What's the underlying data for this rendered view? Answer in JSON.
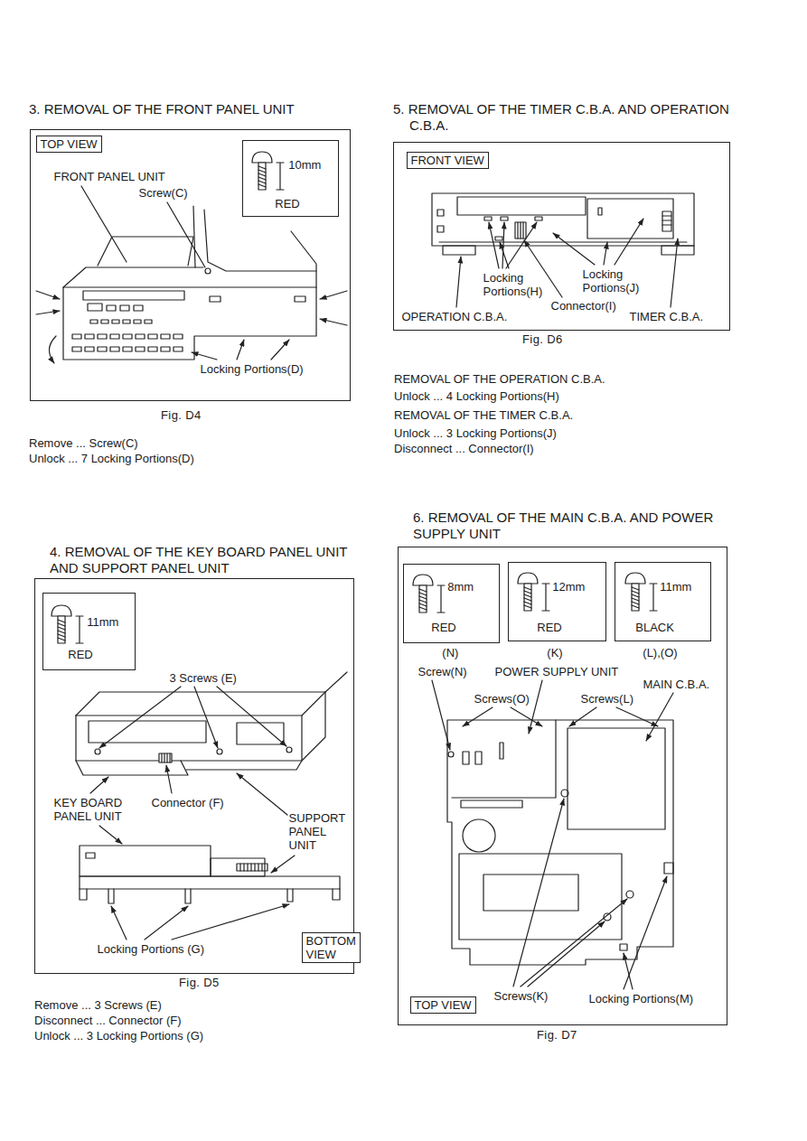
{
  "diagram": {
    "nodes": [
      {
        "text": [
          "FRONT PANEL UNIT",
          "Screw(C)",
          "Locking Portions(D)"
        ]
      },
      {
        "text": [
          "TOP VIEW"
        ],
        "in": 0
      },
      {
        "text": [
          "10mm",
          "RED"
        ],
        "in": 0
      },
      {
        "text": [
          "3 Screws (E)",
          "KEY BOARD PANEL UNIT",
          "Connector (F)",
          "SUPPORT PANEL UNIT",
          "Locking Portions (G)"
        ]
      },
      {
        "text": [
          "11mm",
          "RED"
        ],
        "in": 3
      },
      {
        "text": [
          "BOTTOM VIEW"
        ],
        "in": 3
      },
      {
        "text": [
          "Locking Portions(H)",
          "Locking Portions(J)",
          "Connector(I)",
          "OPERATION C.B.A.",
          "TIMER C.B.A."
        ]
      },
      {
        "text": [
          "FRONT VIEW"
        ],
        "in": 6
      },
      {
        "text": [
          "Screw(N)",
          "POWER SUPPLY UNIT",
          "MAIN C.B.A.",
          "Screws(O)",
          "Screws(L)",
          "Screws(K)",
          "Locking Portions(M)"
        ]
      },
      {
        "text": [
          "8mm",
          "RED",
          "(N)"
        ],
        "in": 8
      },
      {
        "text": [
          "12mm",
          "RED",
          "(K)"
        ],
        "in": 8
      },
      {
        "text": [
          "11mm",
          "BLACK",
          "(L),(O)"
        ],
        "in": 8
      },
      {
        "text": [
          "TOP VIEW"
        ],
        "in": 8
      }
    ],
    "labels": [
      "3. REMOVAL OF THE FRONT PANEL UNIT",
      "Fig. D4",
      "Remove ... Screw(C)",
      "Unlock ... 7 Locking Portions(D)",
      "4. REMOVAL OF THE KEY BOARD PANEL UNIT AND SUPPORT PANEL UNIT",
      "Fig. D5",
      "Remove ... 3 Screws (E)",
      "Disconnect ... Connector (F)",
      "Unlock ... 3 Locking Portions (G)",
      "5. REMOVAL OF THE TIMER C.B.A. AND OPERATION C.B.A.",
      "Fig. D6",
      "REMOVAL OF THE OPERATION C.B.A.",
      "Unlock ... 4 Locking Portions(H)",
      "REMOVAL OF THE TIMER C.B.A.",
      "Unlock ... 3 Locking Portions(J)",
      "Disconnect ... Connector(I)",
      "6. REMOVAL OF THE MAIN C.B.A. AND POWER SUPPLY UNIT",
      "Fig. D7"
    ]
  }
}
